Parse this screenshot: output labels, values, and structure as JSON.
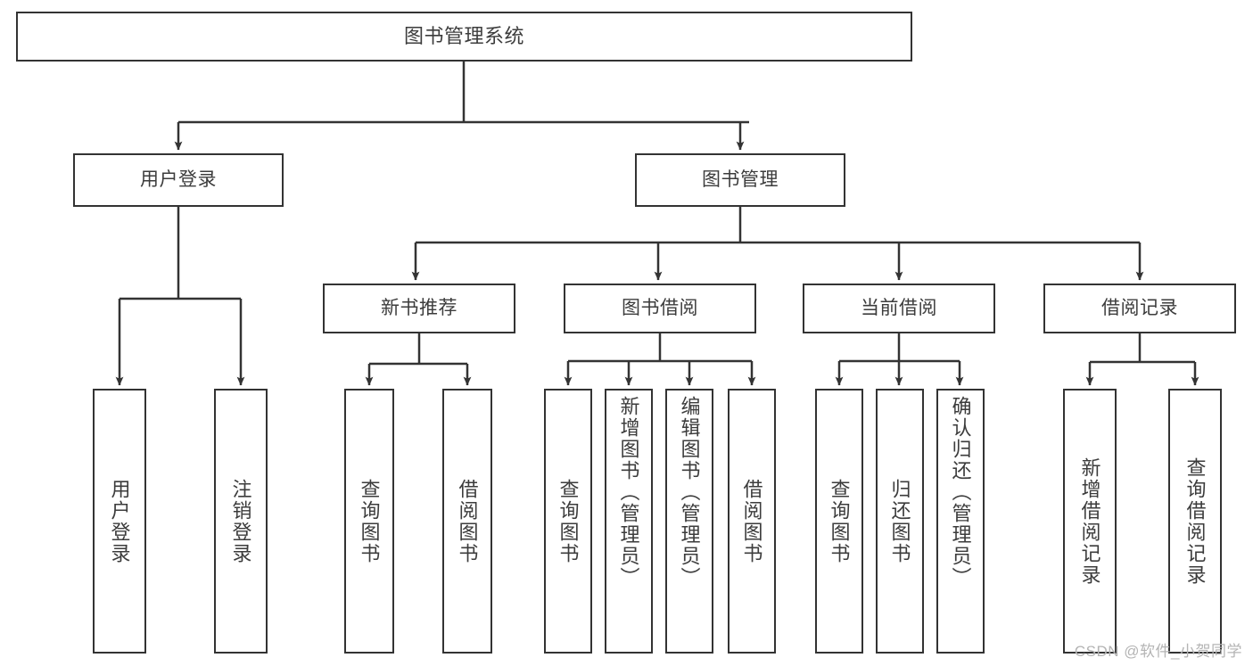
{
  "diagram": {
    "title": "图书管理系统",
    "type": "hierarchy-tree",
    "stroke_color": "#333333",
    "text_color": "#3c3c3c",
    "background_color": "#ffffff",
    "watermark": "CSDN @软件_小贺同学"
  },
  "nodes": {
    "root": {
      "label": "图书管理系统"
    },
    "level1": [
      {
        "label": "用户登录"
      },
      {
        "label": "图书管理"
      }
    ],
    "level2": [
      {
        "label": "新书推荐"
      },
      {
        "label": "图书借阅"
      },
      {
        "label": "当前借阅"
      },
      {
        "label": "借阅记录"
      }
    ],
    "leaves": {
      "user_login": [
        {
          "label": "用户登录"
        },
        {
          "label": "注销登录"
        }
      ],
      "new_book_recommend": [
        {
          "label": "查询图书"
        },
        {
          "label": "借阅图书"
        }
      ],
      "book_borrow": [
        {
          "label": "查询图书"
        },
        {
          "label": "新增图书（管理员）"
        },
        {
          "label": "编辑图书（管理员）"
        },
        {
          "label": "借阅图书"
        }
      ],
      "current_borrow": [
        {
          "label": "查询图书"
        },
        {
          "label": "归还图书"
        },
        {
          "label": "确认归还（管理员）"
        }
      ],
      "borrow_record": [
        {
          "label": "新增借阅记录"
        },
        {
          "label": "查询借阅记录"
        }
      ]
    }
  }
}
